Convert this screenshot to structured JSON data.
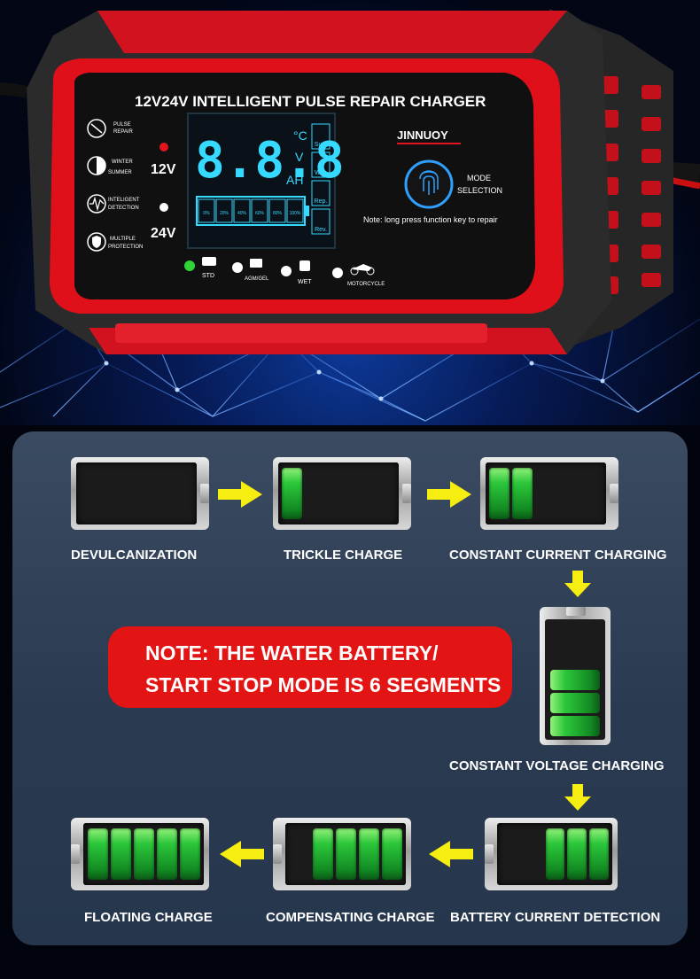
{
  "device": {
    "title": "12V24V INTELLIGENT PULSE REPAIR CHARGER",
    "brand": "JINNUOY",
    "left_features": [
      {
        "icon": "pulse-repair-icon",
        "label_line1": "PULSE",
        "label_line2": "REPAIR"
      },
      {
        "icon": "winter-summer-icon",
        "label_line1": "WINTER",
        "label_line2": "SUMMER"
      },
      {
        "icon": "detection-icon",
        "label_line1": "INTELIGENT",
        "label_line2": "DETECTION"
      },
      {
        "icon": "protection-icon",
        "label_line1": "MULTIPLE",
        "label_line2": "PROTECTION"
      }
    ],
    "voltage_12": "12V",
    "voltage_24": "24V",
    "lcd_digits": "8.8.8",
    "lcd_unit_c": "°C",
    "lcd_unit_v": "V",
    "lcd_unit_ah": "AH",
    "lcd_percent": [
      "0%",
      "20%",
      "40%",
      "60%",
      "80%",
      "100%"
    ],
    "lcd_side": [
      "Sun.",
      "Win.",
      "Rep.",
      "Rev."
    ],
    "mode_label_line1": "MODE",
    "mode_label_line2": "SELECTION",
    "note": "Note: long press function key to repair",
    "modes": [
      "STD",
      "AGM/GEL",
      "WET",
      "MOTORCYCLE"
    ],
    "colors": {
      "red": "#e0101b",
      "body": "#2a2a2a",
      "lcd": "#35d6ff",
      "green_led": "#2fd43a"
    }
  },
  "stages": {
    "devulcanization": "DEVULCANIZATION",
    "trickle": "TRICKLE CHARGE",
    "constant_current": "CONSTANT CURRENT CHARGING",
    "constant_voltage": "CONSTANT VOLTAGE CHARGING",
    "detection": "BATTERY CURRENT DETECTION",
    "compensating": "COMPENSATING CHARGE",
    "floating": "FLOATING CHARGE"
  },
  "note": {
    "line1": "NOTE: THE WATER BATTERY/",
    "line2": "START STOP MODE IS 6 SEGMENTS"
  },
  "levels": {
    "devulcanization": 0,
    "trickle": 1,
    "constant_current": 2,
    "constant_voltage": 3,
    "detection": 3,
    "compensating": 4,
    "floating": 5
  },
  "colors": {
    "arrow": "#f5ee10",
    "note_bg": "#e31414",
    "panel": "#2e3f56",
    "cell_green": "#2cc63b"
  }
}
